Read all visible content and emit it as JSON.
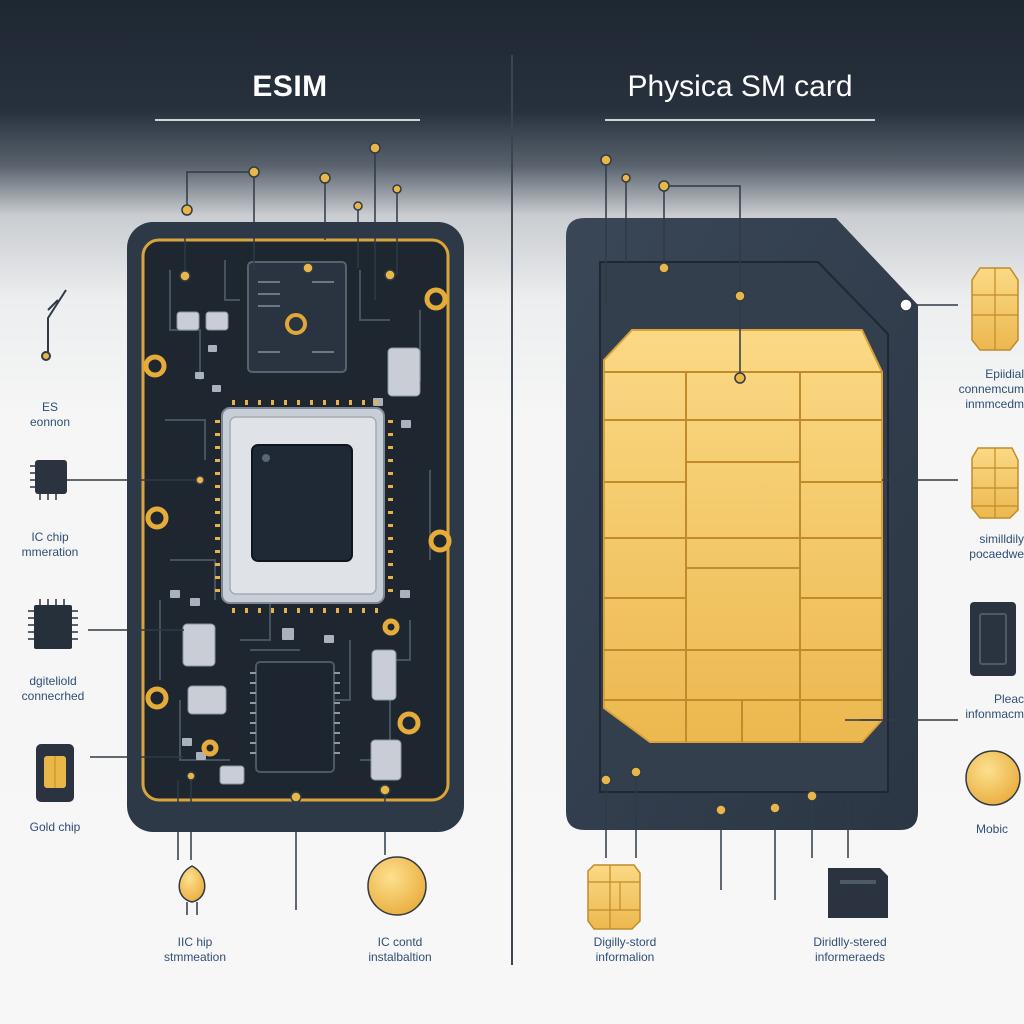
{
  "titles": {
    "left": "ESIM",
    "right": "Physica SM card"
  },
  "left_labels": {
    "connection": "ES\neonnon",
    "ic_chip": "IC chip\nmmeration",
    "digital_connected": "dgiteliold\nconnecrhed",
    "gold_chip": "Gold chip"
  },
  "bottom_labels": {
    "ic_hip": "IIC hip\nstmmeation",
    "ic_contd": "IC contd\ninstalbaltion",
    "digitally_stored": "Digilly-stord\ninformalion",
    "digitally_stored_2": "Diridlly-stered\ninformeraeds"
  },
  "right_labels": {
    "epitidial": "Epiidial\nconnemcum\ninmmcedm",
    "similarly": "similldily\npocaedwe",
    "place": "Pleac\ninfonmacm",
    "mobile": "Mobic"
  },
  "colors": {
    "header_bg": "#1e2732",
    "card_dark": "#2c3846",
    "gold": "#e9bc55",
    "gold_light": "#f7cf72",
    "trace_orange": "#d9a43c",
    "label_text": "#2e4a6b"
  },
  "icons": [
    "pin-dot-icon",
    "chip-icon",
    "sim-chip-icon",
    "gold-coin-icon",
    "microchip-icon",
    "card-slot-icon"
  ]
}
